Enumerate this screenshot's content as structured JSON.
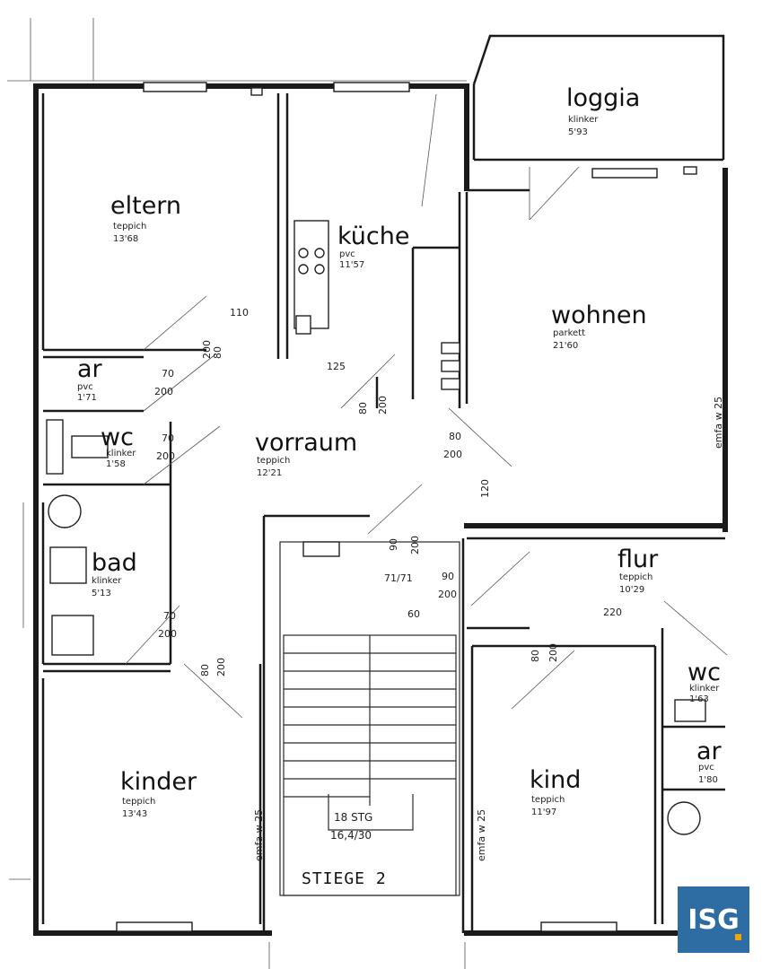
{
  "rooms": {
    "loggia": {
      "name": "loggia",
      "material": "klinker",
      "area": "5'93"
    },
    "eltern": {
      "name": "eltern",
      "material": "teppich",
      "area": "13'68"
    },
    "kueche": {
      "name": "küche",
      "material": "pvc",
      "area": "11'57"
    },
    "wohnen": {
      "name": "wohnen",
      "material": "parkett",
      "area": "21'60"
    },
    "ar1": {
      "name": "ar",
      "material": "pvc",
      "area": "1'71"
    },
    "wc1": {
      "name": "wc",
      "material": "klinker",
      "area": "1'58"
    },
    "vorraum": {
      "name": "vorraum",
      "material": "teppich",
      "area": "12'21"
    },
    "bad": {
      "name": "bad",
      "material": "klinker",
      "area": "5'13"
    },
    "flur": {
      "name": "flur",
      "material": "teppich",
      "area": "10'29"
    },
    "wc2": {
      "name": "wc",
      "material": "klinker",
      "area": "1'63"
    },
    "ar2": {
      "name": "ar",
      "material": "pvc",
      "area": "1'80"
    },
    "kinder": {
      "name": "kinder",
      "material": "teppich",
      "area": "13'43"
    },
    "kind": {
      "name": "kind",
      "material": "teppich",
      "area": "11'97"
    }
  },
  "stairs": {
    "title": "STIEGE  2",
    "steps": "18 STG",
    "dims": "16,4/30"
  },
  "dimensions": {
    "d70_200_a": [
      "70",
      "200"
    ],
    "d70_200_b": [
      "70",
      "200"
    ],
    "d70_200_c": [
      "70",
      "200"
    ],
    "d80_200_a": [
      "80",
      "200"
    ],
    "d80_200_b": [
      "80",
      "200"
    ],
    "d80_200_c": [
      "80",
      "200"
    ],
    "d80_200_d": [
      "80",
      "200"
    ],
    "d80_200_e": [
      "80",
      "200"
    ],
    "d90_200": [
      "90",
      "200"
    ],
    "d110": "110",
    "d125": "125",
    "d220": "220",
    "d71": "71/71",
    "d120": "120",
    "d90b": "90",
    "d60": "60",
    "d200": "200",
    "emfa": "emfa w 25"
  },
  "logo": {
    "text": "ISG",
    "bg": "#2e6da4",
    "dot": "#f2a400"
  }
}
